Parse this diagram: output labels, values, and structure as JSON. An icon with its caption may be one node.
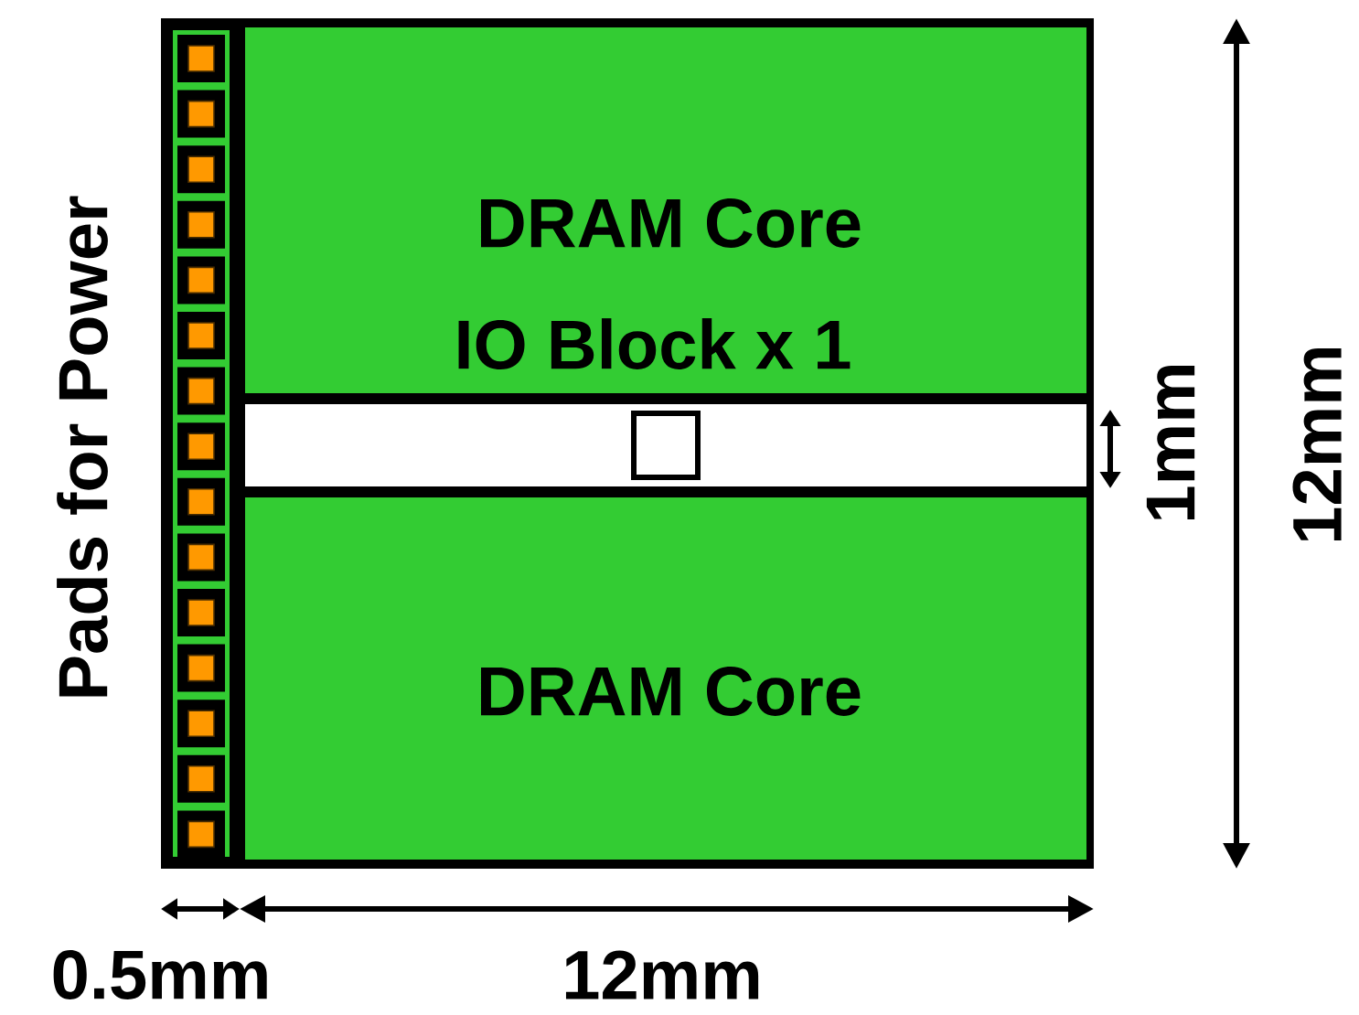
{
  "diagram": {
    "nodes": [
      {
        "text": [
          "Pads for Power"
        ]
      },
      {
        "text": [
          "DRAM Core"
        ]
      },
      {
        "text": [],
        "shape": "bar"
      },
      {
        "text": [],
        "shape": "box",
        "in": 2
      },
      {
        "text": [
          "DRAM Core"
        ]
      }
    ],
    "labels": [
      "IO Block x 1",
      "1mm",
      "12mm",
      "0.5mm",
      "12mm"
    ]
  }
}
